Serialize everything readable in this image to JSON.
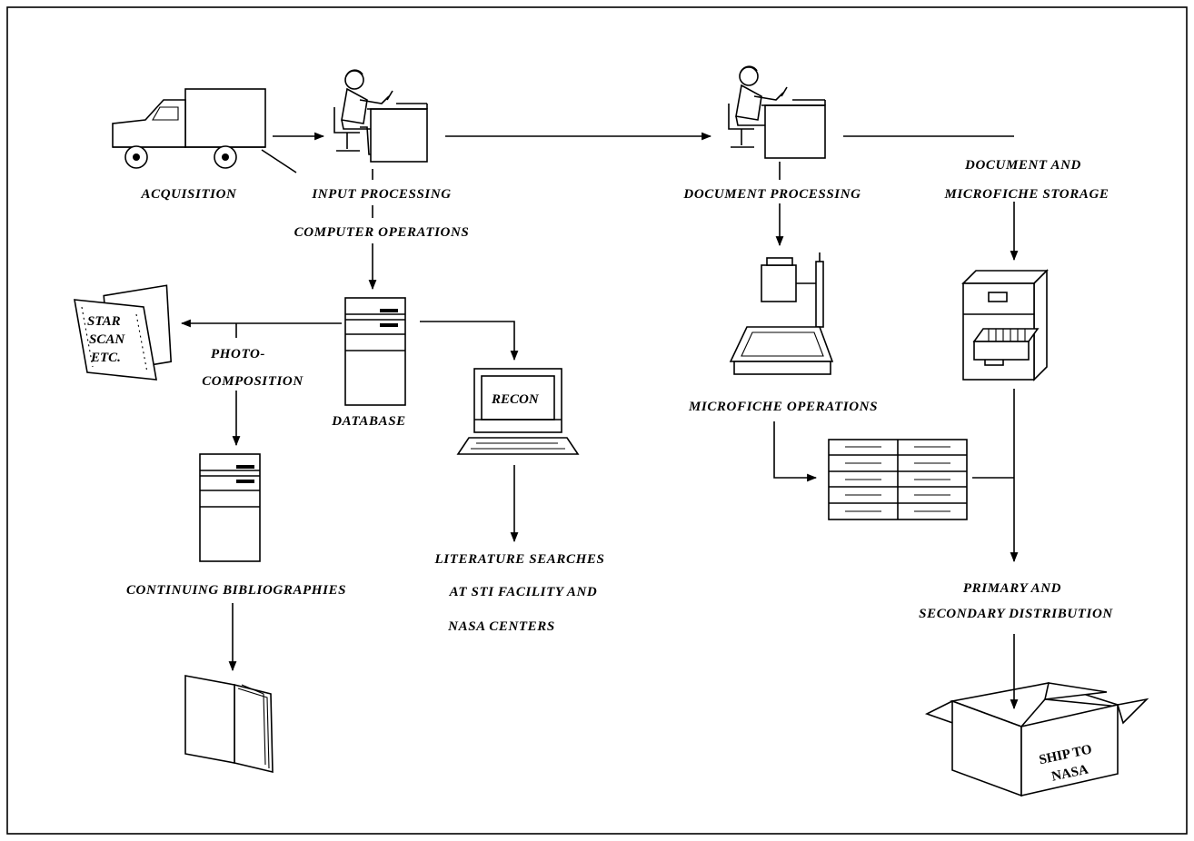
{
  "labels": {
    "acquisition": "ACQUISITION",
    "input_processing": "INPUT PROCESSING",
    "computer_operations": "COMPUTER OPERATIONS",
    "document_processing": "DOCUMENT PROCESSING",
    "storage_line1": "DOCUMENT AND",
    "storage_line2": "MICROFICHE STORAGE",
    "photo_line1": "PHOTO-",
    "photo_line2": "COMPOSITION",
    "database": "DATABASE",
    "microfiche_operations": "MICROFICHE OPERATIONS",
    "continuing_bibliographies": "CONTINUING BIBLIOGRAPHIES",
    "lit_line1": "LITERATURE SEARCHES",
    "lit_line2": "AT STI FACILITY AND",
    "lit_line3": "NASA CENTERS",
    "dist_line1": "PRIMARY AND",
    "dist_line2": "SECONDARY DISTRIBUTION"
  },
  "icon_text": {
    "star": "STAR",
    "scan": "SCAN",
    "etc": "ETC.",
    "recon": "RECON",
    "ship_line1": "SHIP TO",
    "ship_line2": "NASA"
  }
}
